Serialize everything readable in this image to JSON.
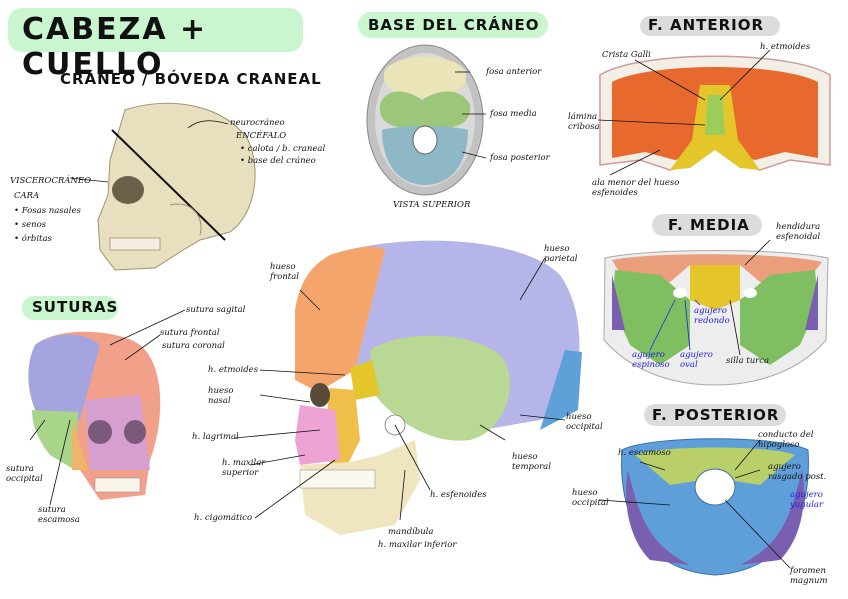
{
  "title": "CABEZA + CUELLO",
  "sections": {
    "craneo": "CRÁNEO / BÓVEDA CRANEAL",
    "base": "BASE DEL CRÁNEO",
    "anterior": "F. ANTERIOR",
    "media": "F. MEDIA",
    "posterior": "F. POSTERIOR",
    "suturas": "SUTURAS"
  },
  "labels": {
    "neurocraneo": "neurocráneo",
    "encefalo": "ENCÉFALO",
    "calota": "• calota / b. craneal",
    "base_craneo": "• base del cráneo",
    "viscerocraneo": "VISCEROCRÁNEO",
    "cara": "CARA",
    "fosas_nasales": "• Fosas nasales",
    "senos": "• senos",
    "orbitas": "• órbitas",
    "fosa_anterior": "fosa anterior",
    "fosa_media": "fosa media",
    "fosa_posterior": "fosa posterior",
    "vista_superior": "VISTA SUPERIOR",
    "crista_galli": "Crista Galli",
    "h_etmoides_a": "h. etmoides",
    "lamina_cribosa": "lámina cribosa",
    "ala_menor": "ala menor del hueso esfenoides",
    "hendidura": "hendidura esfenoidal",
    "agujero_redondo": "agujero redondo",
    "agujero_espinoso": "agujero espinoso",
    "agujero_oval": "agujero oval",
    "silla_turca": "silla turca",
    "h_escamoso": "h. escamoso",
    "conducto_hipogloso": "conducto del hipogloso",
    "agujero_rasgado": "agujero rasgado post.",
    "agujero_yugular": "agujero yugular",
    "hueso_occipital_p": "hueso occipital",
    "foramen_magnum": "foramen magnum",
    "sutura_sagital": "sutura sagital",
    "sutura_frontal": "sutura frontal",
    "sutura_coronal": "sutura coronal",
    "sutura_occipital": "sutura occipital",
    "sutura_escamosa": "sutura escamosa",
    "hueso_frontal": "hueso frontal",
    "hueso_parietal": "hueso parietal",
    "h_etmoides": "h. etmoides",
    "hueso_nasal": "hueso nasal",
    "h_lagrimal": "h. lagrimal",
    "h_maxilar_sup": "h. maxilar superior",
    "h_cigomatico": "h. cigomático",
    "mandibula": "mandíbula",
    "h_maxilar_inf": "h. maxilar inferior",
    "h_esfenoides": "h. esfenoides",
    "hueso_temporal": "hueso temporal",
    "hueso_occipital": "hueso occipital"
  }
}
